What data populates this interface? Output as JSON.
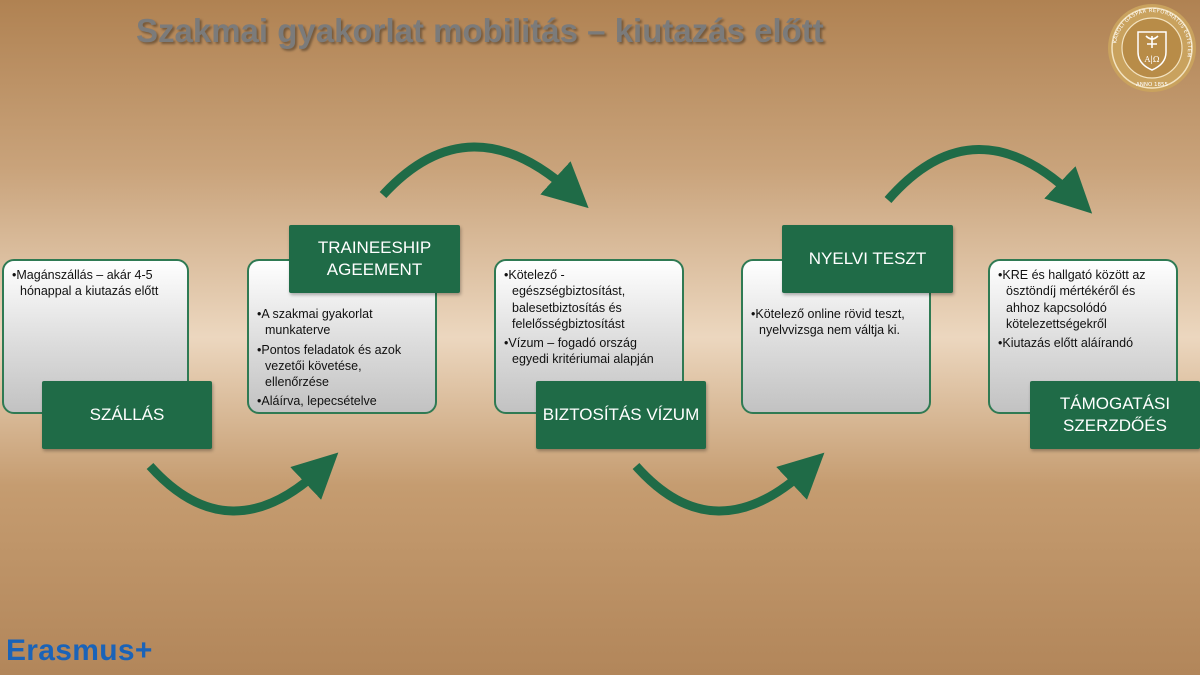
{
  "title": "Szakmai gyakorlat mobilitás – kiutazás előtt",
  "footer_logo": "Erasmus+",
  "seal": {
    "ring_text": "KÁROLI GÁSPÁR REFORMÁTUS EGYETEM",
    "year_text": "ANNO 1855",
    "center_text": "A|Ω"
  },
  "steps": [
    {
      "label": "SZÁLLÁS",
      "items": [
        "Magánszállás – akár 4-5 hónappal a kiutazás előtt"
      ]
    },
    {
      "label": "TRAINEESHIP AGEEMENT",
      "items": [
        "A szakmai gyakorlat munkaterve",
        "Pontos feladatok és azok vezetői követése, ellenőrzése",
        "Aláírva, lepecsételve"
      ]
    },
    {
      "label": "BIZTOSÍTÁS VÍZUM",
      "items": [
        "Kötelező - egészségbiztosítást, balesetbiztosítás és felelősségbiztosítást",
        "Vízum – fogadó ország egyedi kritériumai alapján"
      ]
    },
    {
      "label": "NYELVI TESZT",
      "items": [
        "Kötelező online rövid teszt, nyelvvizsga nem váltja ki."
      ]
    },
    {
      "label": "TÁMOGATÁSI SZERZDŐÉS",
      "items": [
        "KRE és hallgató között az ösztöndíj mértékéről és ahhoz kapcsolódó kötelezettségekről",
        "Kiutazás előtt aláírandó"
      ]
    }
  ],
  "colors": {
    "accent_green": "#1f6b47",
    "title_gray": "#7b7b7b",
    "erasmus_blue": "#1a63b8",
    "seal_gold": "#c9a25e"
  }
}
